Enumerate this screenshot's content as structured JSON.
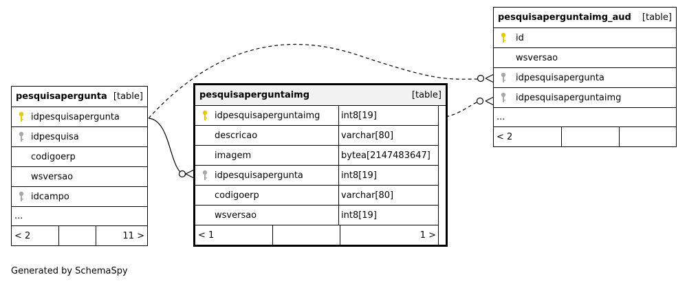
{
  "tables": {
    "pesquisapergunta": {
      "name": "pesquisapergunta",
      "kind": "[table]",
      "columns": [
        {
          "name": "idpesquisapergunta",
          "key": "primary-key-icon"
        },
        {
          "name": "idpesquisa",
          "key": "foreign-key-icon"
        },
        {
          "name": "codigoerp",
          "key": ""
        },
        {
          "name": "wsversao",
          "key": ""
        },
        {
          "name": "idcampo",
          "key": "foreign-key-icon"
        }
      ],
      "more": "...",
      "footer": [
        "< 2",
        "",
        "11 >"
      ]
    },
    "pesquisaperguntaimg": {
      "name": "pesquisaperguntaimg",
      "kind": "[table]",
      "columns": [
        {
          "name": "idpesquisaperguntaimg",
          "type": "int8[19]",
          "key": "primary-key-icon"
        },
        {
          "name": "descricao",
          "type": "varchar[80]",
          "key": ""
        },
        {
          "name": "imagem",
          "type": "bytea[2147483647]",
          "key": ""
        },
        {
          "name": "idpesquisapergunta",
          "type": "int8[19]",
          "key": "foreign-key-icon"
        },
        {
          "name": "codigoerp",
          "type": "varchar[80]",
          "key": ""
        },
        {
          "name": "wsversao",
          "type": "int8[19]",
          "key": ""
        }
      ],
      "footer": [
        "< 1",
        "",
        "1 >"
      ]
    },
    "pesquisaperguntaimg_aud": {
      "name": "pesquisaperguntaimg_aud",
      "kind": "[table]",
      "columns": [
        {
          "name": "id",
          "key": "primary-key-icon"
        },
        {
          "name": "wsversao",
          "key": ""
        },
        {
          "name": "idpesquisapergunta",
          "key": "foreign-key-icon"
        },
        {
          "name": "idpesquisaperguntaimg",
          "key": "foreign-key-icon"
        }
      ],
      "more": "...",
      "footer": [
        "< 2",
        "",
        ""
      ]
    }
  },
  "colors": {
    "primary_key": "#e6c800",
    "foreign_key": "#a8a8a8"
  },
  "caption": "Generated by SchemaSpy"
}
